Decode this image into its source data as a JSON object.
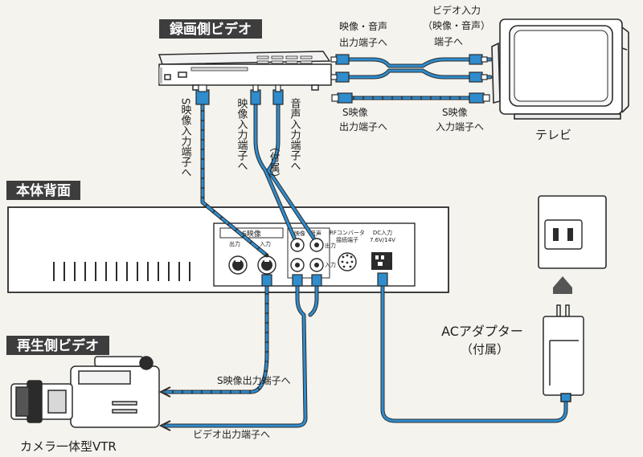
{
  "headers": {
    "recording_video": "録画側ビデオ",
    "main_unit_back": "本体背面",
    "playback_video": "再生側ビデオ"
  },
  "tv": {
    "label": "テレビ",
    "video_input_line1": "ビデオ入力",
    "video_input_line2": "（映像・音声）",
    "video_input_line3": "端子へ",
    "s_input_line1": "S映像",
    "s_input_line2": "入力端子へ"
  },
  "recorder_out": {
    "av_out_line1": "映像・音声",
    "av_out_line2": "出力端子へ",
    "s_out_line1": "S映像",
    "s_out_line2": "出力端子へ"
  },
  "recorder_in": {
    "s_in_vertical": "S映像入力端子へ",
    "video_in_vertical": "映像入力端子へ",
    "audio_in_vertical": "音声入力端子へ",
    "audio_in_note": "（付属）"
  },
  "panel": {
    "s_video": "S映像",
    "out": "出力",
    "in": "入力",
    "video": "映像",
    "audio": "音声",
    "out_v": "出力",
    "in_v": "入力",
    "rf_converter_line1": "RFコンバータ",
    "rf_converter_line2": "接続端子",
    "dc_in_line1": "DC入力",
    "dc_in_line2": "7.6V/14V"
  },
  "camera": {
    "label": "カメラ一体型VTR",
    "s_out": "S映像出力端子へ",
    "video_out": "ビデオ出力端子へ"
  },
  "adapter": {
    "label": "ACアダプター",
    "note": "（付属）"
  },
  "colors": {
    "cable_blue": "#2f8ccd",
    "tag_fill": "#3d3d3d",
    "line": "#2b2b2b"
  }
}
